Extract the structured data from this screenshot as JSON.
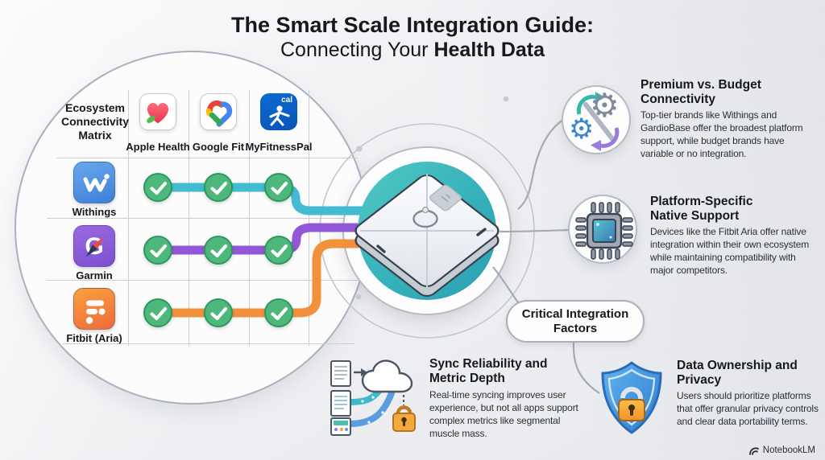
{
  "title": {
    "line1": "The Smart Scale Integration Guide:",
    "line2_prefix": "Connecting Your",
    "line2_emphasis": "Health Data"
  },
  "matrix": {
    "corner_label": "Ecosystem Connectivity Matrix",
    "columns": [
      {
        "label": "Apple Health"
      },
      {
        "label": "Google Fit"
      },
      {
        "label": "MyFitnessPal",
        "icon_text": "cal"
      }
    ],
    "rows": [
      {
        "label": "Withings",
        "line_color": "#43bcd2"
      },
      {
        "label": "Garmin",
        "icon_letter": "G",
        "line_color": "#9257d6"
      },
      {
        "label": "Fitbit (Aria)",
        "line_color": "#f2913c"
      }
    ],
    "connectivity": [
      [
        1,
        1,
        1
      ],
      [
        1,
        1,
        1
      ],
      [
        1,
        1,
        1
      ]
    ]
  },
  "callouts": {
    "premium": {
      "heading": "Premium vs. Budget Connectivity",
      "body": "Top-tier brands like Withings and GardioBase offer the broadest platform support, while budget brands have variable or no integration."
    },
    "native": {
      "heading": "Platform-Specific Native Support",
      "body": "Devices like the Fitbit Aria offer native integration within their own ecosystem while maintaining compatibility with major competitors."
    },
    "factors_pill": "Critical Integration Factors",
    "sync": {
      "heading": "Sync Reliability and Metric Depth",
      "body": "Real-time syncing improves user experience, but not all apps support complex metrics like segmental muscle mass."
    },
    "privacy": {
      "heading": "Data Ownership and Privacy",
      "body": "Users should prioritize platforms that offer granular privacy controls and clear data portability terms."
    }
  },
  "branding": {
    "label": "NotebookLM"
  },
  "icons": {
    "gear_glyph": "⚙"
  },
  "colors": {
    "withings_line": "#43bcd2",
    "garmin_line": "#9257d6",
    "fitbit_line": "#f2913c",
    "check_green": "#4eb87c",
    "scale_teal": "#35b1ba",
    "shield_blue": "#3e8fdc",
    "lock_orange": "#f5a93c"
  }
}
